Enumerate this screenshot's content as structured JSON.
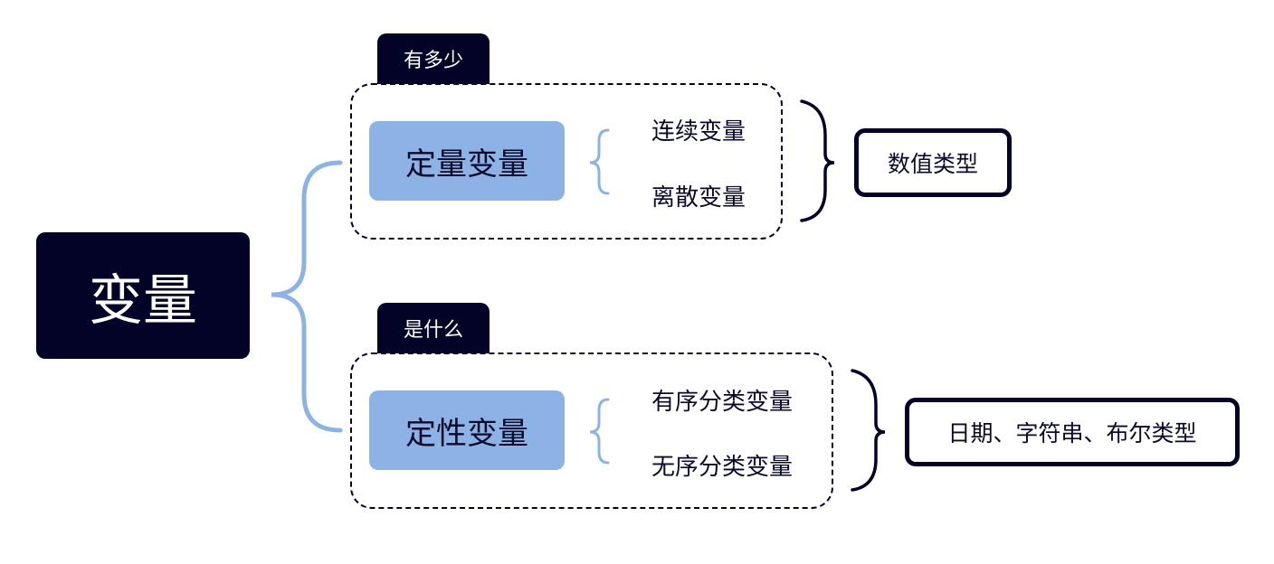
{
  "root": {
    "label": "变量"
  },
  "groups": [
    {
      "tab": "有多少",
      "category": "定量变量",
      "items": [
        "连续变量",
        "离散变量"
      ],
      "result": "数值类型"
    },
    {
      "tab": "是什么",
      "category": "定性变量",
      "items": [
        "有序分类变量",
        "无序分类变量"
      ],
      "result": "日期、字符串、布尔类型"
    }
  ],
  "colors": {
    "navy": "#020326",
    "light_blue": "#8db3e6",
    "bracket_blue": "#8db3e6"
  }
}
